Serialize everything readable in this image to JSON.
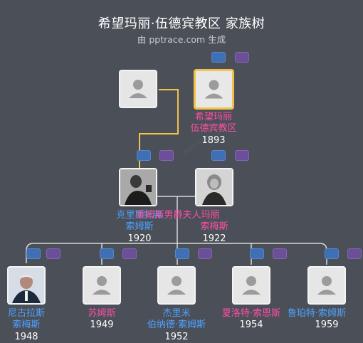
{
  "header": {
    "title": "希望玛丽·伍德宾教区 家族树",
    "subtitle": "由 pptrace.com 生成"
  },
  "people": {
    "gen1_father": {
      "name1": "",
      "name2": "",
      "year": ""
    },
    "gen1_mother": {
      "name1": "希望玛丽",
      "name2": "伍德宾教区",
      "year": "1893"
    },
    "gen2_father": {
      "name1": "克里斯托弗",
      "name2": "索姆斯",
      "year": "1920"
    },
    "gen2_mother": {
      "name1": "索姆斯男爵夫人玛丽",
      "name2": "索梅斯",
      "year": "1922"
    },
    "child1": {
      "name1": "尼古拉斯",
      "name2": "索梅斯",
      "year": "1948"
    },
    "child2": {
      "name1": "苏姆斯",
      "name2": "",
      "year": "1949"
    },
    "child3": {
      "name1": "杰里米",
      "name2": "伯纳德·索姆斯",
      "year": "1952"
    },
    "child4": {
      "name1": "夏洛特·索恩斯",
      "name2": "",
      "year": "1954"
    },
    "child5": {
      "name1": "鲁珀特·索姆斯",
      "name2": "",
      "year": "1959"
    }
  },
  "icons": {
    "placeholder": "person-placeholder-icon",
    "photo": "portrait-photo"
  },
  "colors": {
    "background": "#4b4f57",
    "male": "#4ea1ff",
    "female": "#ff4fa5",
    "selected_border": "#f2c34a",
    "line_ancestor": "#f2c34a",
    "line_descendant": "#d9d9d9"
  }
}
